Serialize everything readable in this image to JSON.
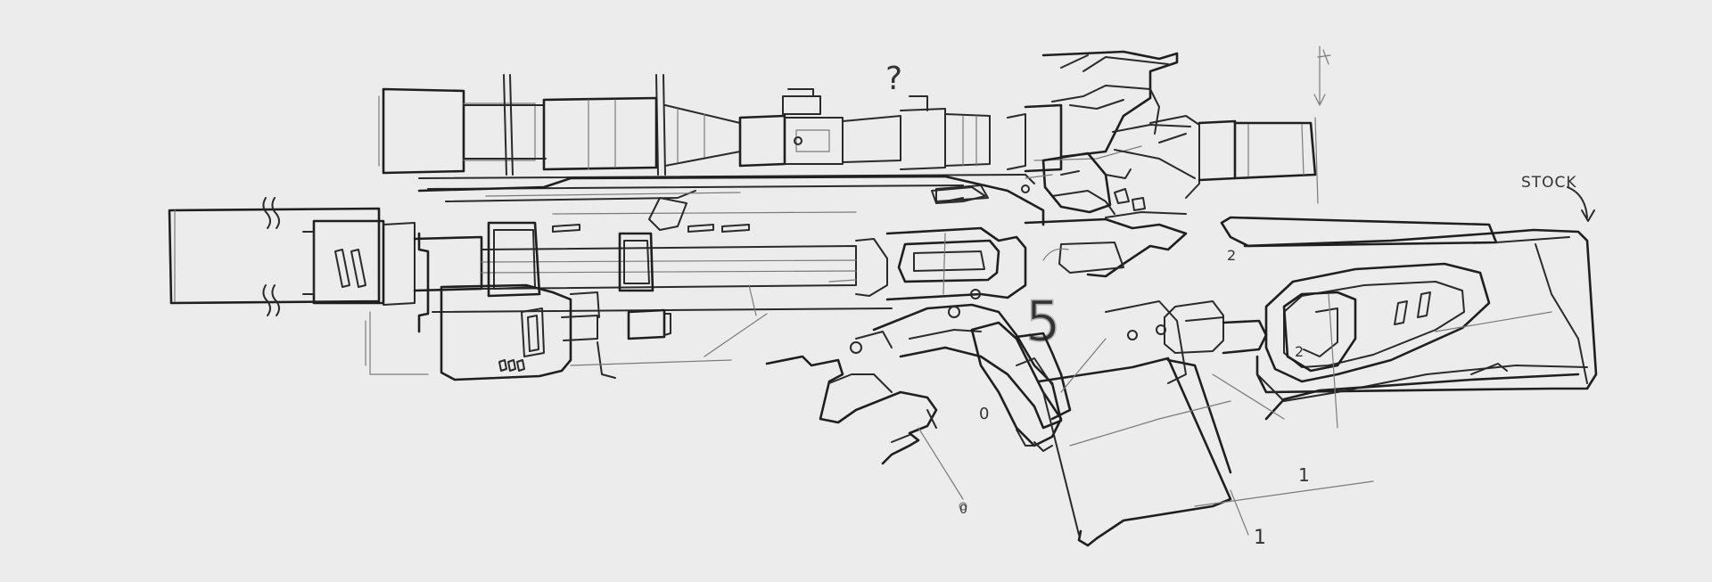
{
  "annotations": {
    "question_mark": "?",
    "stock_label": "STOCK",
    "num_top_scope": "2",
    "num_stock_inner": "2",
    "num_grip": "0",
    "num_lower_grip": "0",
    "num_mag_1": "1",
    "num_mag_2": "1",
    "num_receiver": "5"
  },
  "colors": {
    "background": "#ececec",
    "ink": "#2a2a2a"
  }
}
